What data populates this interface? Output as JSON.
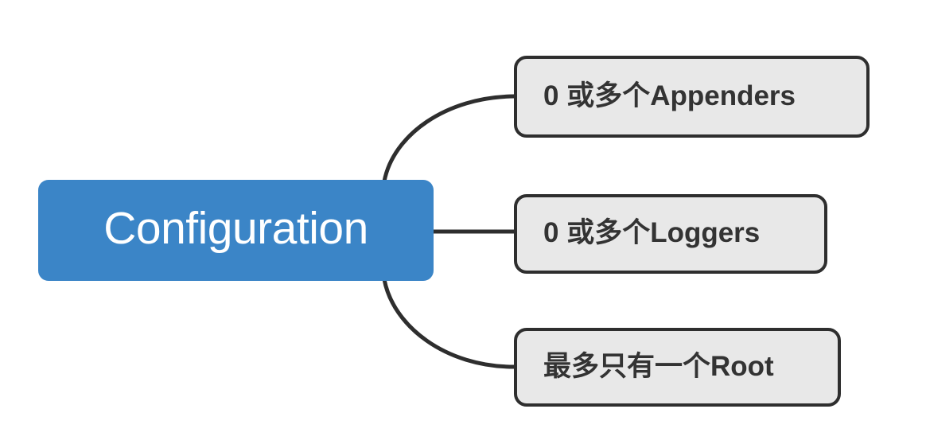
{
  "diagram": {
    "type": "mind-map",
    "title": "Configuration",
    "background_color": "#ffffff",
    "root": {
      "label": "Configuration",
      "fill_color": "#3b85c7",
      "text_color": "#ffffff"
    },
    "branches": [
      {
        "label": "0 或多个Appenders",
        "fill_color": "#e8e8e8",
        "border_color": "#2e2e2e",
        "text_color": "#333333",
        "connector": "curve-up"
      },
      {
        "label": "0 或多个Loggers",
        "fill_color": "#e8e8e8",
        "border_color": "#2e2e2e",
        "text_color": "#333333",
        "connector": "straight"
      },
      {
        "label": "最多只有一个Root",
        "fill_color": "#e8e8e8",
        "border_color": "#2e2e2e",
        "text_color": "#333333",
        "connector": "curve-down"
      }
    ],
    "edge_color": "#2e2e2e"
  }
}
